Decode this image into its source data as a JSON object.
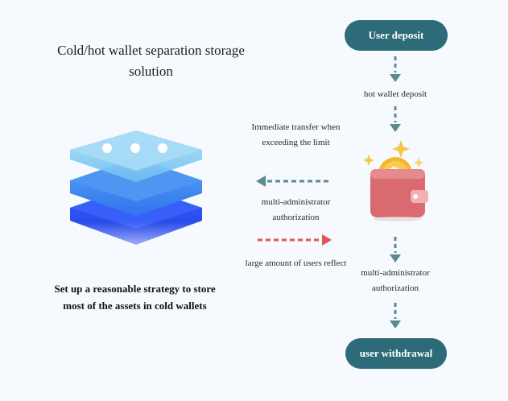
{
  "left": {
    "title": "Cold/hot wallet separation storage solution",
    "strategy_text": "Set up a reasonable strategy to store most of the assets in cold wallets"
  },
  "flow": {
    "user_deposit": "User deposit",
    "hot_wallet_deposit": "hot wallet deposit",
    "right_authorization": "multi-administrator authorization",
    "user_withdrawal": "user withdrawal"
  },
  "middle": {
    "immediate_transfer": "Immediate transfer when exceeding the limit",
    "multi_admin_authorization": "multi-administrator authorization",
    "large_amount": "large amount of users reflect"
  },
  "icons": {
    "layers": "stacked-layers-icon",
    "wallet": "bitcoin-wallet-icon"
  },
  "colors": {
    "pill": "#2d6b78",
    "connector_arrow": "#5b8a90",
    "transfer_arrow": "#5b8a90",
    "reflect_arrow": "#e05555",
    "layer_light": "#8fd0f2",
    "layer_mid": "#3d8ff2",
    "layer_dark": "#2a52f2",
    "wallet_body": "#d96b70",
    "coin": "#f4b731"
  }
}
